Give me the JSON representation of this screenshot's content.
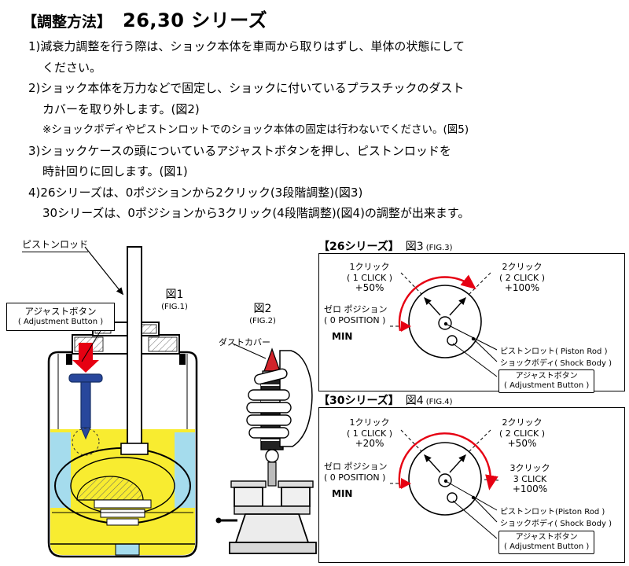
{
  "header": {
    "method": "【調整方法】",
    "series": "26,30 シリーズ"
  },
  "instructions": [
    {
      "text": "1)減衰力調整を行う際は、ショック本体を車両から取りはずし、単体の状態にして"
    },
    {
      "text": "ください。"
    },
    {
      "text": "2)ショック本体を万力などで固定し、ショックに付いているプラスチックのダスト"
    },
    {
      "text": "カバーを取り外します。(図2)"
    },
    {
      "text": "※ショックボディやピストンロットでのショック本体の固定は行わないでください。(図5)"
    },
    {
      "text": "3)ショックケースの頭についているアジャストボタンを押し、ピストンロッドを"
    },
    {
      "text": "時計回りに回します。(図1)"
    },
    {
      "text": "4)26シリーズは、0ポジションから2クリック(3段階調整)(図3)"
    },
    {
      "text": "30シリーズは、0ポジションから3クリック(4段階調整)(図4)の調整が出来ます。"
    }
  ],
  "fig1": {
    "piston_rod_label": "ピストンロッド",
    "fig_no": "図1",
    "fig_sub": "(FIG.1)",
    "adjust_button_jp": "アジャストボタン",
    "adjust_button_en": "( Adjustment Button )"
  },
  "fig2": {
    "fig_no": "図2",
    "fig_sub": "(FIG.2)",
    "dust_cover_label": "ダストカバー"
  },
  "panel26": {
    "title": "【26シリーズ】",
    "fig_no": "図3",
    "fig_sub": "(FIG.3)",
    "click1_jp": "1クリック",
    "click1_en": "( 1 CLICK )",
    "click1_pct": "+50%",
    "click2_jp": "2クリック",
    "click2_en": "( 2 CLICK )",
    "click2_pct": "+100%",
    "zero_jp": "ゼロ ポジション",
    "zero_en": "( 0 POSITION )",
    "zero_min": "MIN",
    "piston_rod": "ピストンロット( Piston Rod )",
    "shock_body": "ショックボディ( Shock Body )",
    "adjust_button_jp": "アジャストボタン",
    "adjust_button_en": "( Adjustment Button )"
  },
  "panel30": {
    "title": "【30シリーズ】",
    "fig_no": "図4",
    "fig_sub": "(FIG.4)",
    "click1_jp": "1クリック",
    "click1_en": "( 1 CLICK )",
    "click1_pct": "+20%",
    "click2_jp": "2クリック",
    "click2_en": "( 2 CLICK )",
    "click2_pct": "+50%",
    "click3_jp": "3クリック",
    "click3_en": "3 CLICK",
    "click3_pct": "+100%",
    "zero_jp": "ゼロ ポジション",
    "zero_en": "( 0 POSITION )",
    "zero_min": "MIN",
    "piston_rod": "ピストンロット(Piston Rod )",
    "shock_body": "ショックボディ( Shock Body )",
    "adjust_button_jp": "アジャストボタン",
    "adjust_button_en": "( Adjustment Button )"
  },
  "colors": {
    "accent_red": "#e60012",
    "oil_yellow": "#f8ec30",
    "gas_cyan": "#a5dced",
    "needle_blue": "#28479c"
  }
}
